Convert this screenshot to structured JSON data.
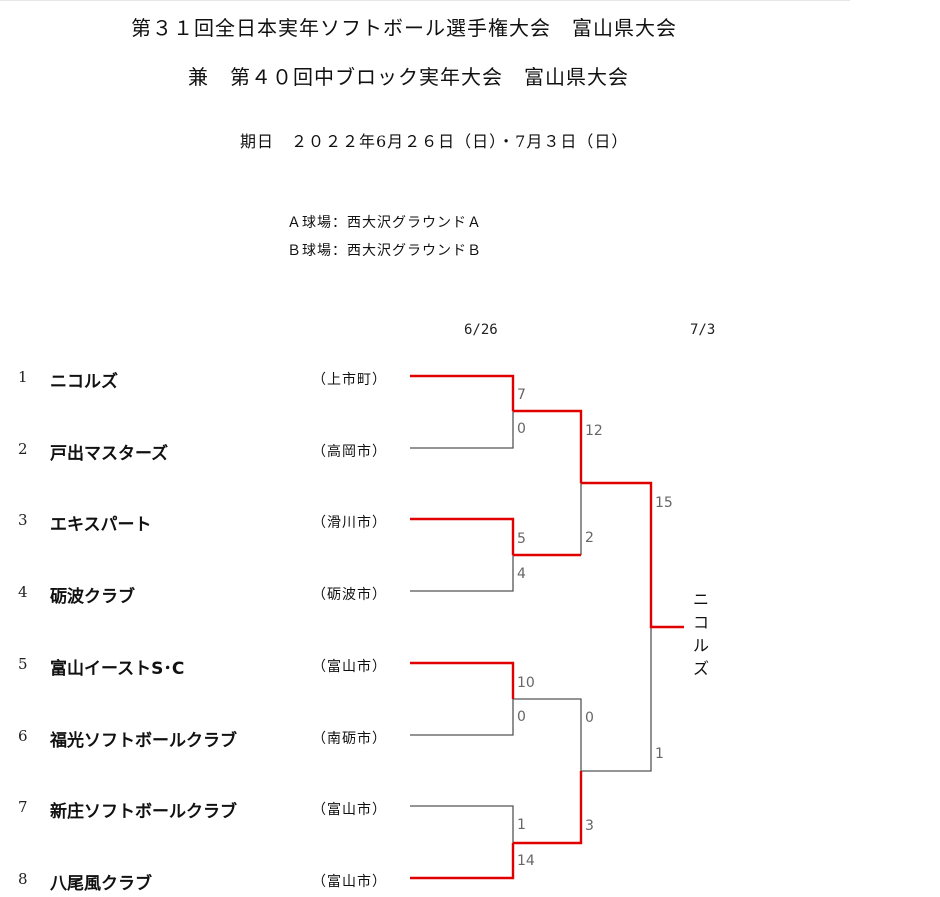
{
  "header": {
    "title_line1": "第３１回全日本実年ソフトボール選手権大会　富山県大会",
    "title_line2": "兼　第４０回中ブロック実年大会　富山県大会",
    "date_line": "期日　２０２２年6月２６日（日）・7月３日（日）"
  },
  "venues": [
    "Ａ球場：西大沢グラウンドＡ",
    "Ｂ球場：西大沢グラウンドＢ"
  ],
  "round_dates": [
    "6/26",
    "7/3"
  ],
  "teams": [
    {
      "seed": "1",
      "name": "ニコルズ",
      "city": "（上市町）"
    },
    {
      "seed": "2",
      "name": "戸出マスターズ",
      "city": "（高岡市）"
    },
    {
      "seed": "3",
      "name": "エキスパート",
      "city": "（滑川市）"
    },
    {
      "seed": "4",
      "name": "砺波クラブ",
      "city": "（砺波市）"
    },
    {
      "seed": "5",
      "name": "富山イーストS･C",
      "city": "（富山市）"
    },
    {
      "seed": "6",
      "name": "福光ソフトボールクラブ",
      "city": "（南砺市）"
    },
    {
      "seed": "7",
      "name": "新庄ソフトボールクラブ",
      "city": "（富山市）"
    },
    {
      "seed": "8",
      "name": "八尾風クラブ",
      "city": "（富山市）"
    }
  ],
  "scores": {
    "r1_m1": [
      "7",
      "0"
    ],
    "r1_m2": [
      "5",
      "4"
    ],
    "r1_m3": [
      "10",
      "0"
    ],
    "r1_m4": [
      "1",
      "14"
    ],
    "sf_1": [
      "12",
      "2"
    ],
    "sf_2": [
      "0",
      "3"
    ],
    "final": [
      "15",
      "1"
    ]
  },
  "champion": [
    "ニ",
    "コ",
    "ル",
    "ズ"
  ],
  "colors": {
    "win_line": "#e00000",
    "lose_line": "#555555"
  }
}
